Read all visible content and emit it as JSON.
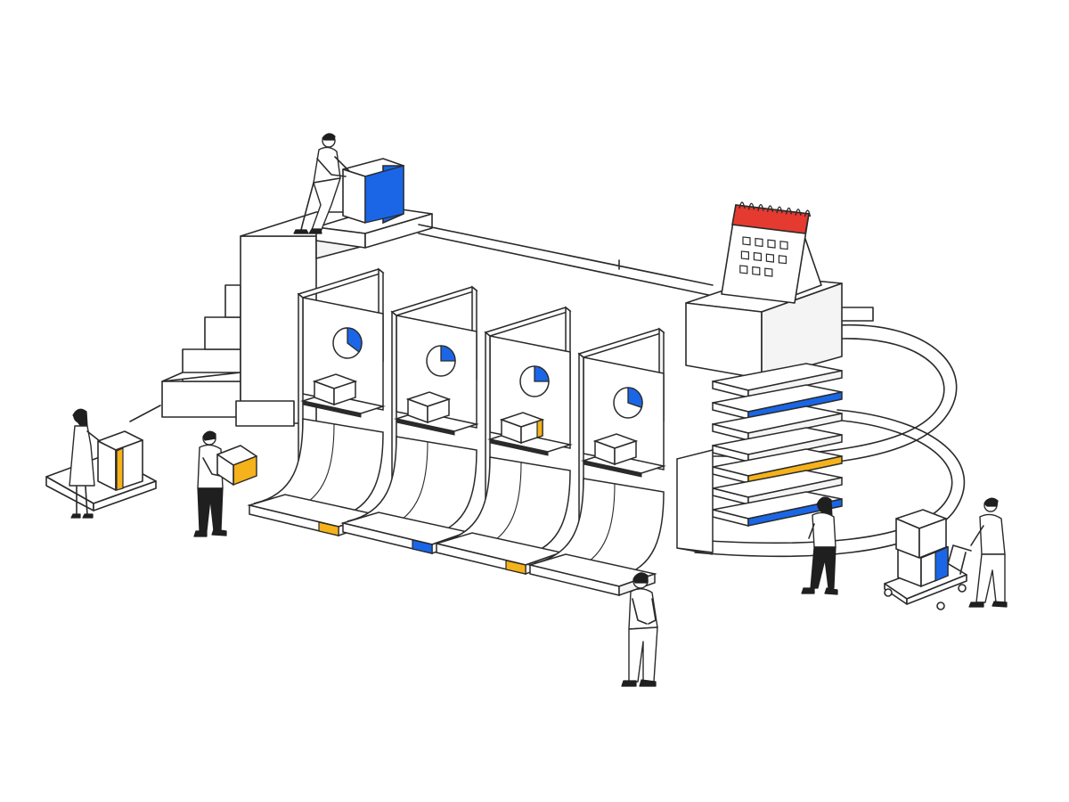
{
  "scene": {
    "colors": {
      "accent_blue": "#1a66e6",
      "accent_yellow": "#f5b21a",
      "accent_red": "#e53a2f",
      "line": "#2a2a2a",
      "background": "#ffffff",
      "shade": "#f4f4f4"
    },
    "pie_charts": [
      {
        "name": "pie-chart-1",
        "filled_fraction": 0.35
      },
      {
        "name": "pie-chart-2",
        "filled_fraction": 0.25
      },
      {
        "name": "pie-chart-3",
        "filled_fraction": 0.25
      },
      {
        "name": "pie-chart-4",
        "filled_fraction": 0.3
      }
    ],
    "calendar": {
      "icon": "calendar-icon",
      "grid_rows": 3,
      "grid_cols": 4,
      "visible_cells": 11,
      "rings": 8
    },
    "people": [
      "person-carrying-box-top",
      "person-with-box-on-cart-left",
      "person-carrying-yellow-box",
      "person-standing-hands-behind-back",
      "woman-standing-near-stack",
      "person-pushing-hand-truck"
    ]
  }
}
